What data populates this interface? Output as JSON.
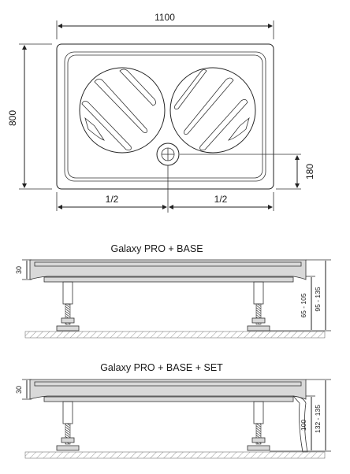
{
  "top_view": {
    "width_label": "1100",
    "height_label": "800",
    "drain_offset_label": "180",
    "half_left_label": "1/2",
    "half_right_label": "1/2"
  },
  "side_view_base": {
    "title": "Galaxy PRO + BASE",
    "depth_label": "30",
    "leg_range_label": "65 - 105",
    "total_range_label": "95 - 135"
  },
  "side_view_set": {
    "title": "Galaxy PRO + BASE + SET",
    "depth_label": "30",
    "panel_label": "100",
    "total_range_label": "132 - 135"
  }
}
